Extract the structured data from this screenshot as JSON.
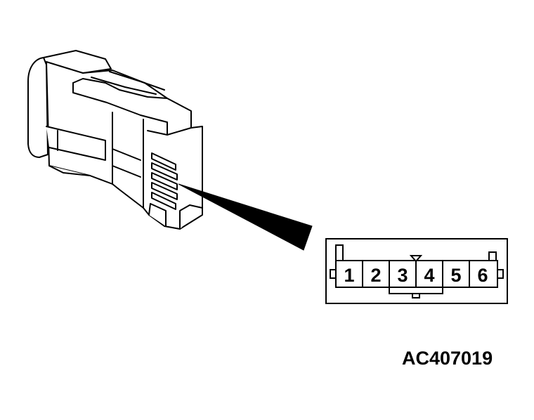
{
  "diagram": {
    "connector": {
      "pins": [
        "1",
        "2",
        "3",
        "4",
        "5",
        "6"
      ]
    },
    "figure_code": "AC407019",
    "colors": {
      "line": "#000000",
      "background": "#ffffff"
    }
  }
}
